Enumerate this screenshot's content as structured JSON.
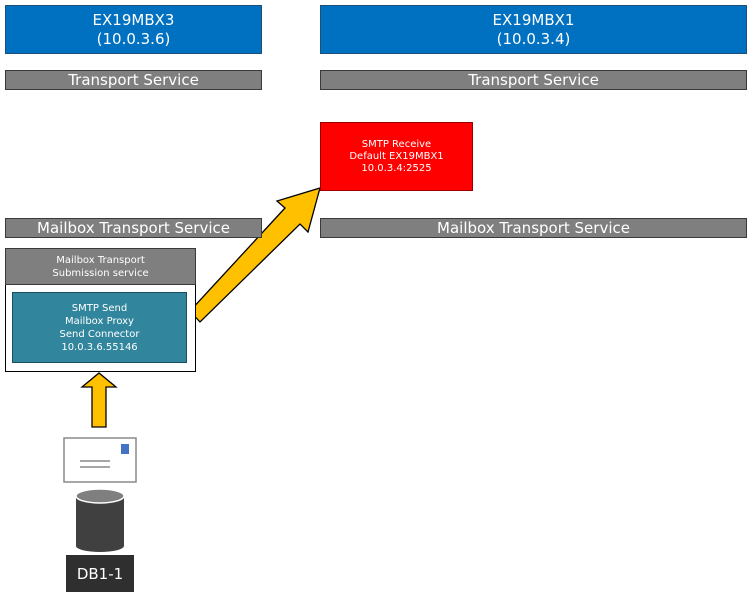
{
  "servers": {
    "left": {
      "name": "EX19MBX3",
      "ip": "(10.0.3.6)"
    },
    "right": {
      "name": "EX19MBX1",
      "ip": "(10.0.3.4)"
    }
  },
  "transport_service": {
    "left": "Transport Service",
    "right": "Transport Service"
  },
  "mailbox_transport_service": {
    "left": "Mailbox Transport Service",
    "right": "Mailbox Transport Service"
  },
  "smtp_receive": {
    "line1": "SMTP Receive",
    "line2": "Default EX19MBX1",
    "line3": "10.0.3.4:2525"
  },
  "submission_service": {
    "line1": "Mailbox Transport",
    "line2": "Submission service"
  },
  "smtp_send": {
    "line1": "SMTP Send",
    "line2": "Mailbox Proxy",
    "line3": "Send Connector",
    "line4": "10.0.3.6.55146"
  },
  "database": {
    "label": "DB1-1"
  },
  "colors": {
    "server_blue": "#0070c0",
    "service_gray": "#7f7f7f",
    "receive_red": "#ff0000",
    "connector_teal": "#31859c",
    "arrow_yellow": "#ffc000",
    "db_dark": "#2f2f2f"
  },
  "icons": {
    "envelope": "envelope-icon",
    "database": "database-icon",
    "arrows": [
      "arrow-up-icon",
      "arrow-diagonal-icon"
    ]
  }
}
